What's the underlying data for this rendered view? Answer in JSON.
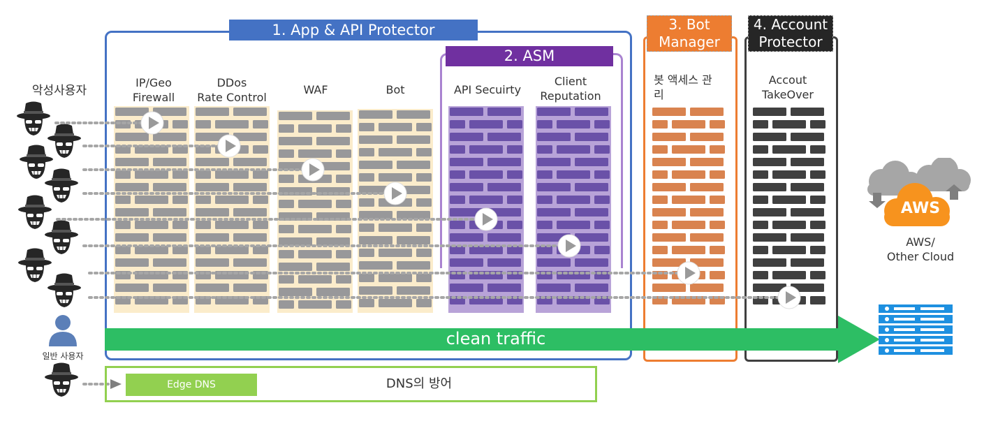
{
  "colors": {
    "blue": "#4472c4",
    "purple": "#7030a0",
    "orange": "#ed7d31",
    "dark": "#262626",
    "green": "#2dbe64",
    "lightgreen": "#92d050",
    "aws_orange": "#f7931e",
    "server_blue": "#1e90e0"
  },
  "labels": {
    "malicious_users": "악성사용자",
    "normal_users": "일반 사용자",
    "clean_traffic": "clean traffic",
    "aws": "AWS",
    "aws_caption": "AWS/\nOther Cloud"
  },
  "groups": {
    "app_api": "1. App & API Protector",
    "asm": "2. ASM",
    "bot_manager": "3. Bot\nManager",
    "account_protector": "4. Account\nProtector"
  },
  "walls": {
    "ipgeo": "IP/Geo\nFirewall",
    "ddos": "DDos\nRate Control",
    "waf": "WAF",
    "bot": "Bot",
    "api_security": "API Secuirty",
    "client_reputation": "Client\nReputation",
    "bot_access": "봇 액세스 관\n리",
    "ato": "Accout\nTakeOver"
  },
  "dns": {
    "edge": "Edge DNS",
    "defense": "DNS의 방어"
  },
  "icons": {
    "hacker": "hacker-icon",
    "user": "user-icon",
    "cloud": "cloud-icon",
    "server": "server-icon",
    "play": "play-icon"
  }
}
